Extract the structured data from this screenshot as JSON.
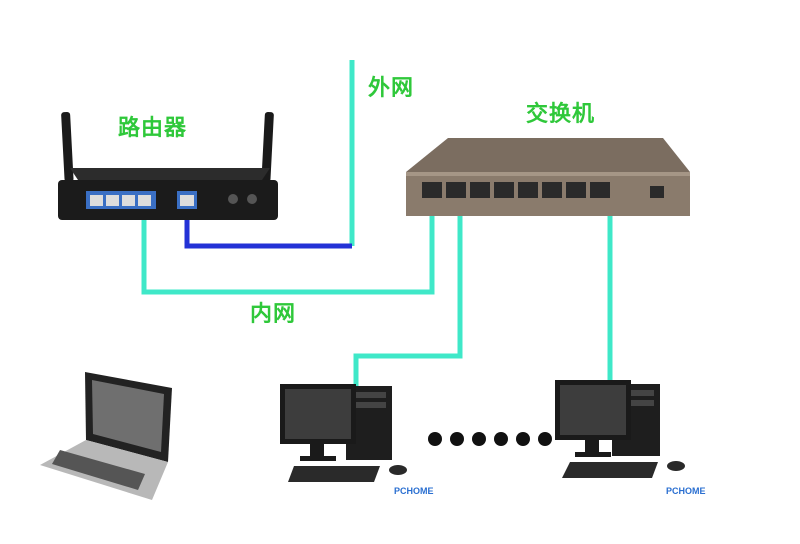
{
  "labels": {
    "router": "路由器",
    "wan": "外网",
    "switch": "交换机",
    "lan": "内网"
  },
  "colors": {
    "label_green": "#2fc83a",
    "lan_cable": "#3fe8c8",
    "wan_cable": "#2332d6",
    "router_body": "#1b1b1b",
    "switch_body": "#8a7b6c",
    "port_blue": "#3a6fc4",
    "dots": "#111111"
  },
  "devices": [
    {
      "type": "router",
      "icon": "router-icon"
    },
    {
      "type": "switch",
      "icon": "switch-icon"
    },
    {
      "type": "laptop",
      "icon": "laptop-icon"
    },
    {
      "type": "desktop-pc",
      "icon": "desktop-icon"
    },
    {
      "type": "desktop-pc",
      "icon": "desktop-icon"
    }
  ],
  "watermarks": {
    "left_pc": "PCHOME",
    "right_pc": "PCHOME"
  }
}
